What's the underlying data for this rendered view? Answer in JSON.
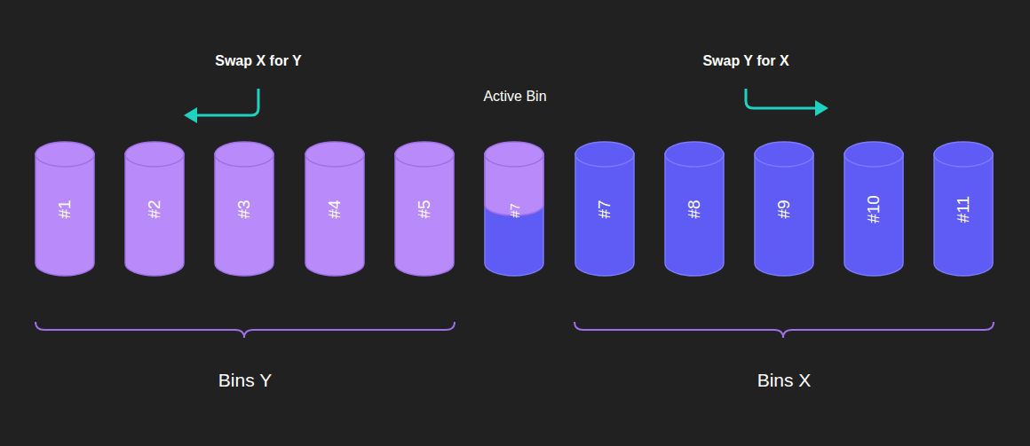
{
  "diagram": {
    "nodes": [
      {
        "text": [
          "#1"
        ]
      },
      {
        "text": [
          "#2"
        ]
      },
      {
        "text": [
          "#3"
        ]
      },
      {
        "text": [
          "#4"
        ]
      },
      {
        "text": [
          "#5"
        ]
      },
      {
        "text": [
          "#7"
        ]
      },
      {
        "text": [
          "#7"
        ]
      },
      {
        "text": [
          "#8"
        ]
      },
      {
        "text": [
          "#9"
        ]
      },
      {
        "text": [
          "#10"
        ]
      },
      {
        "text": [
          "#11"
        ]
      }
    ],
    "labels": [
      "Swap X for Y",
      "Swap Y for X",
      "Active Bin",
      "Bins Y",
      "Bins X"
    ]
  }
}
